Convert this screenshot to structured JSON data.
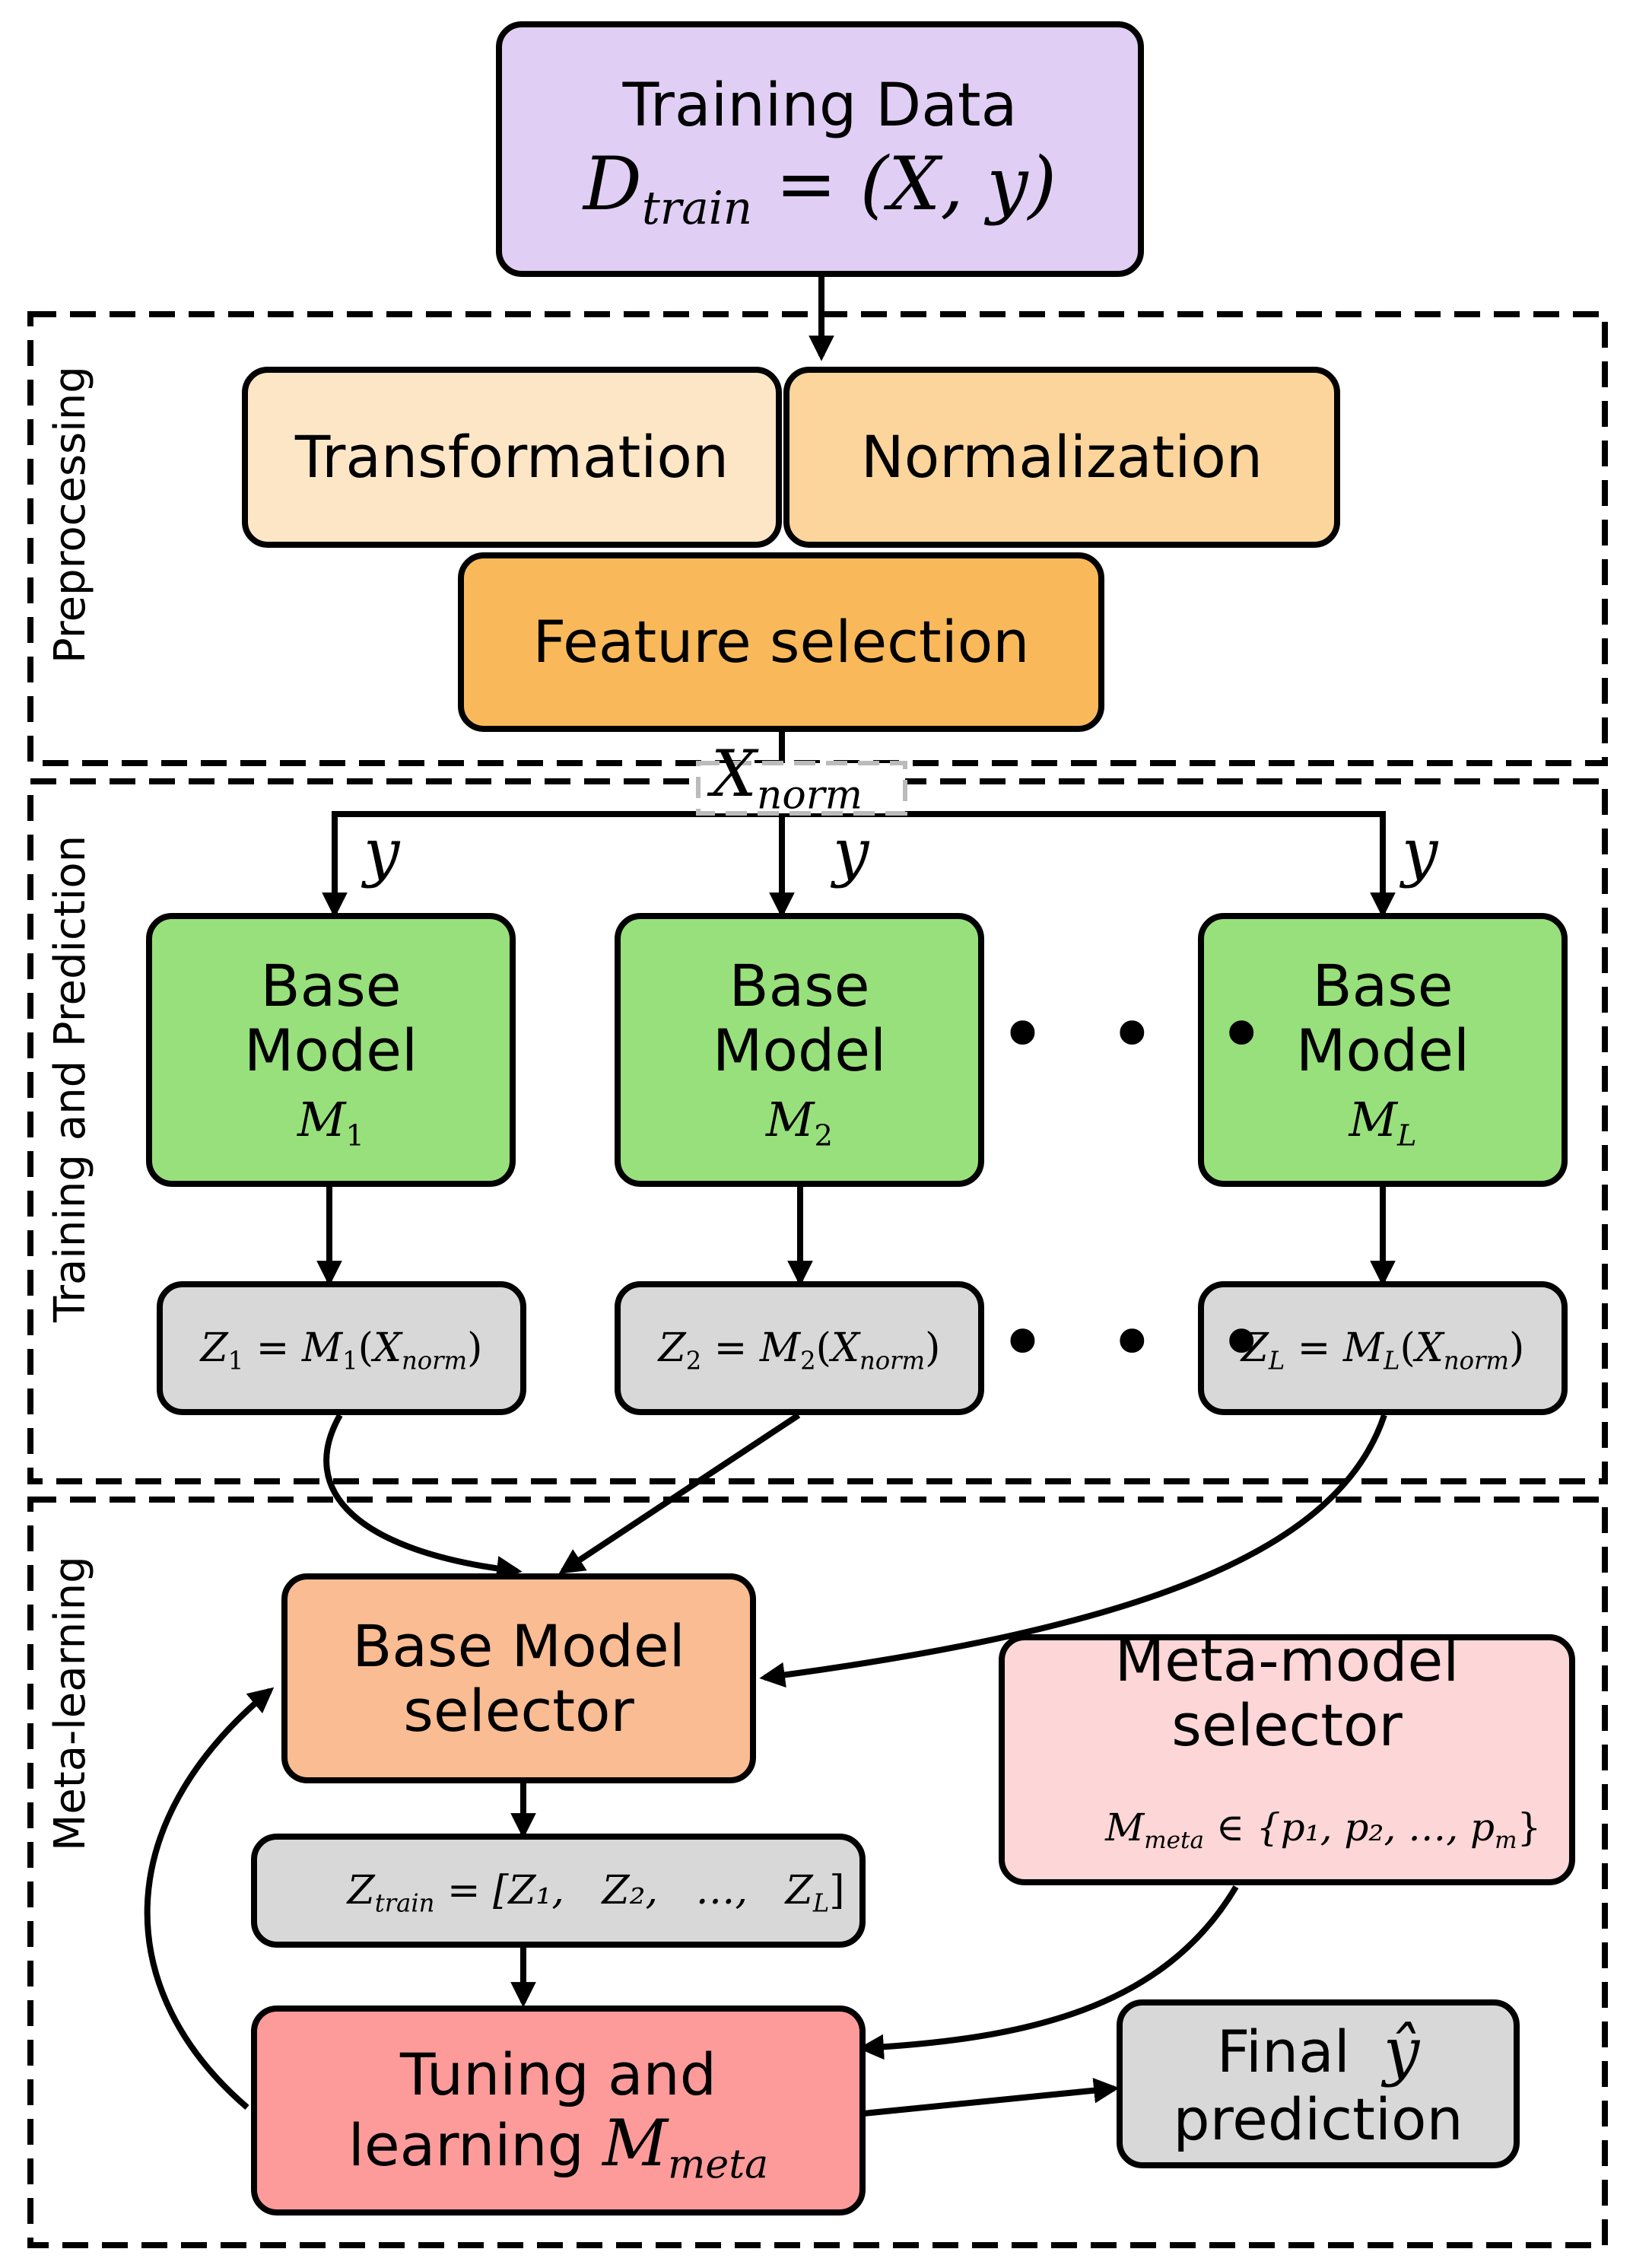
{
  "sections": {
    "preprocessing": "Preprocessing",
    "training_prediction": "Training and Prediction",
    "meta_learning": "Meta-learning"
  },
  "training_data": {
    "title": "Training Data",
    "formula_D": "D",
    "formula_sub": "train",
    "formula_rhs": " = (X, y)"
  },
  "preprocessing": {
    "transformation": "Transformation",
    "normalization": "Normalization",
    "feature_selection": "Feature selection"
  },
  "x_norm": {
    "symbol": "X",
    "sub": "norm"
  },
  "y_label": "y",
  "base_models": [
    {
      "line1": "Base",
      "line2": "Model",
      "symbol": "M",
      "sub": "1"
    },
    {
      "line1": "Base",
      "line2": "Model",
      "symbol": "M",
      "sub": "2"
    },
    {
      "line1": "Base",
      "line2": "Model",
      "symbol": "M",
      "sub": "L"
    }
  ],
  "outputs": [
    {
      "z": "Z",
      "zsub": "1",
      "m": "M",
      "msub": "1",
      "x": "X",
      "xsub": "norm"
    },
    {
      "z": "Z",
      "zsub": "2",
      "m": "M",
      "msub": "2",
      "x": "X",
      "xsub": "norm"
    },
    {
      "z": "Z",
      "zsub": "L",
      "m": "M",
      "msub": "L",
      "x": "X",
      "xsub": "norm"
    }
  ],
  "ellipsis": "• • •",
  "base_model_selector": {
    "line1": "Base Model",
    "line2": "selector"
  },
  "z_train": {
    "z": "Z",
    "sub": "train",
    "rhs": " = [Z₁,   Z₂,   …,   Z",
    "last_sub": "L",
    "close": "]"
  },
  "meta_selector": {
    "line1": "Meta-model",
    "line2": "selector",
    "m": "M",
    "msub": "meta",
    "set": " ∈ {p₁, p₂, …, p",
    "set_sub": "m",
    "set_close": "}"
  },
  "tuning": {
    "line1": "Tuning and",
    "line2": "learning ",
    "m": "M",
    "msub": "meta"
  },
  "final": {
    "line1": "Final",
    "hat": "ŷ",
    "line2": "prediction"
  },
  "colors": {
    "training_data": "#e0cef5",
    "transformation": "#fde6c6",
    "normalization": "#fbd59c",
    "feature_selection": "#f9b95a",
    "base_model": "#98e07b",
    "output": "#d8d8d8",
    "base_selector": "#f9bc93",
    "meta_selector": "#fdd6d7",
    "tuning": "#fd9b9b",
    "final": "#d8d8d8"
  }
}
